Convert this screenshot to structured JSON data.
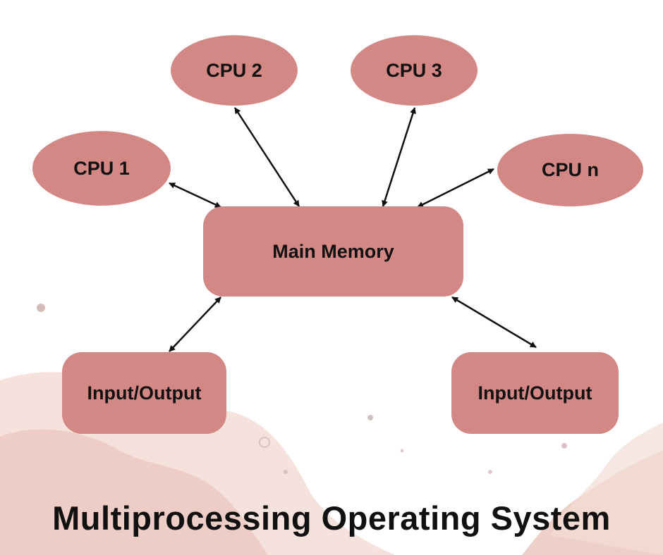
{
  "colors": {
    "node_fill": "#d48885",
    "text": "#111111",
    "arrow": "#111111",
    "background_wash": "#ecc8c0",
    "background_wash_light": "#f3ddd6"
  },
  "nodes": {
    "cpu1": "CPU 1",
    "cpu2": "CPU 2",
    "cpu3": "CPU 3",
    "cpun": "CPU n",
    "main_memory": "Main Memory",
    "io_left": "Input/Output",
    "io_right": "Input/Output"
  },
  "edges": [
    {
      "from": "cpu1",
      "to": "main_memory",
      "direction": "both"
    },
    {
      "from": "cpu2",
      "to": "main_memory",
      "direction": "both"
    },
    {
      "from": "cpu3",
      "to": "main_memory",
      "direction": "both"
    },
    {
      "from": "cpun",
      "to": "main_memory",
      "direction": "both"
    },
    {
      "from": "main_memory",
      "to": "io_left",
      "direction": "both"
    },
    {
      "from": "main_memory",
      "to": "io_right",
      "direction": "both"
    }
  ],
  "title": "Multiprocessing Operating System"
}
